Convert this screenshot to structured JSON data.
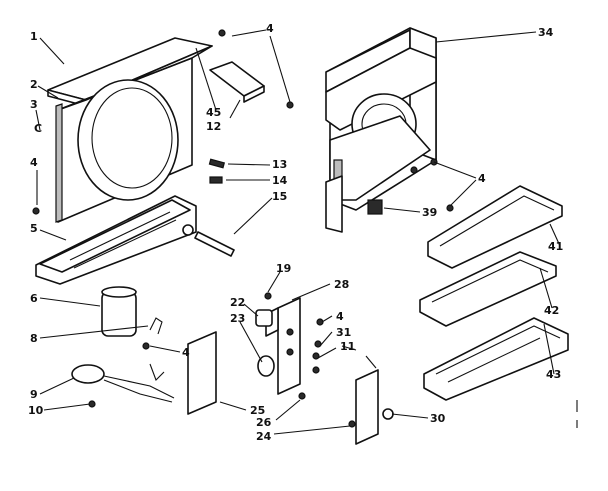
{
  "callouts": {
    "c1": "1",
    "c2": "2",
    "c3": "3",
    "c3_mark": "C",
    "c4a": "4",
    "c5": "5",
    "c6": "6",
    "c8": "8",
    "c9": "9",
    "c10": "10",
    "c4b": "4",
    "c4c": "4",
    "c45": "45",
    "c12": "12",
    "c13": "13",
    "c14": "14",
    "c15": "15",
    "c19": "19",
    "c22": "22",
    "c23": "23",
    "c28": "28",
    "c4d": "4",
    "c31": "31",
    "c11": "11",
    "c25": "25",
    "c26": "26",
    "c24": "24",
    "c30": "30",
    "c34": "34",
    "c4e": "4",
    "c39": "39",
    "c41": "41",
    "c42": "42",
    "c43": "43"
  }
}
